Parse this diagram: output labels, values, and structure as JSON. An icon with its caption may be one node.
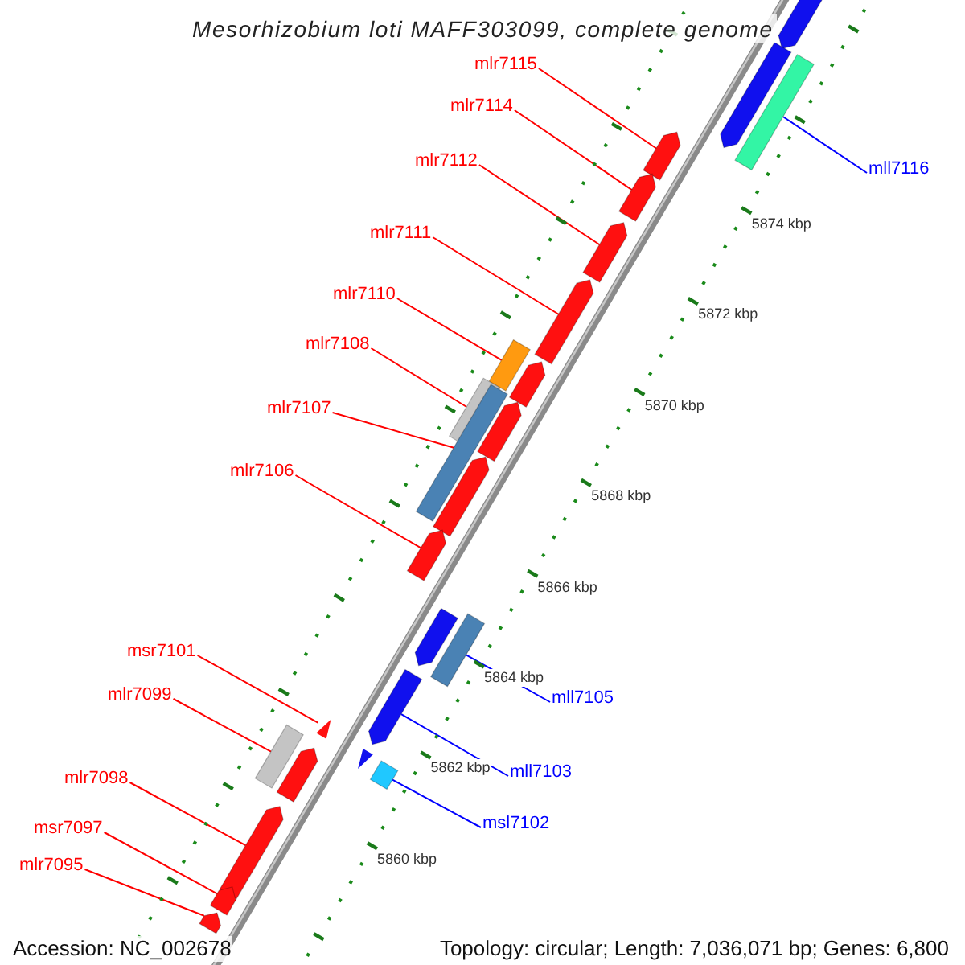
{
  "diagram": {
    "title": "Mesorhizobium loti MAFF303099, complete genome",
    "nodes": [
      {
        "text": [
          "mlr7115"
        ]
      },
      {
        "text": [
          "mlr7114"
        ]
      },
      {
        "text": [
          "mll7116"
        ]
      },
      {
        "text": [
          "mlr7112"
        ]
      },
      {
        "text": [
          "mlr7111"
        ]
      },
      {
        "text": [
          "mlr7110"
        ]
      },
      {
        "text": [
          "mlr7108"
        ]
      },
      {
        "text": [
          "mlr7107"
        ]
      },
      {
        "text": [
          "mlr7106"
        ]
      },
      {
        "text": [
          "msr7101"
        ]
      },
      {
        "text": [
          "mll7105"
        ]
      },
      {
        "text": [
          "mlr7099"
        ]
      },
      {
        "text": [
          "mll7103"
        ]
      },
      {
        "text": [
          "mlr7098"
        ]
      },
      {
        "text": [
          "msl7102"
        ]
      },
      {
        "text": [
          "msr7097"
        ]
      },
      {
        "text": [
          "mlr7095"
        ]
      },
      {
        "text": [],
        "shape": "pentagon"
      },
      {
        "text": [],
        "shape": "pentagon"
      },
      {
        "text": [],
        "shape": "box"
      },
      {
        "text": [],
        "shape": "pentagon"
      },
      {
        "text": [],
        "shape": "pentagon"
      },
      {
        "text": [],
        "shape": "pentagon"
      },
      {
        "text": [],
        "shape": "pentagon"
      },
      {
        "text": [],
        "shape": "box"
      },
      {
        "text": [],
        "shape": "pentagon"
      },
      {
        "text": [],
        "shape": "box"
      },
      {
        "text": [],
        "shape": "box"
      },
      {
        "text": [],
        "shape": "pentagon"
      },
      {
        "text": [],
        "shape": "pentagon"
      },
      {
        "text": [],
        "shape": "pentagon"
      },
      {
        "text": [],
        "shape": "pentagon"
      },
      {
        "text": [],
        "shape": "box"
      },
      {
        "text": [],
        "shape": "pentagon"
      },
      {
        "text": [],
        "shape": "triangle"
      },
      {
        "text": [],
        "shape": "triangle"
      },
      {
        "text": [],
        "shape": "box"
      },
      {
        "text": [],
        "shape": "box"
      },
      {
        "text": [],
        "shape": "pentagon"
      },
      {
        "text": [],
        "shape": "pentagon"
      },
      {
        "text": [],
        "shape": "pentagon"
      },
      {
        "text": [],
        "shape": "pentagon"
      }
    ],
    "edges": [
      {
        "from": 0,
        "to": 20,
        "arrow": "none"
      },
      {
        "from": 1,
        "to": 21,
        "arrow": "none"
      },
      {
        "from": 2,
        "to": 19,
        "arrow": "none",
        "color": "#0000ff"
      },
      {
        "from": 3,
        "to": 22,
        "arrow": "none"
      },
      {
        "from": 4,
        "to": 23,
        "arrow": "none"
      },
      {
        "from": 5,
        "to": 24,
        "arrow": "none"
      },
      {
        "from": 6,
        "to": 26,
        "arrow": "none"
      },
      {
        "from": 7,
        "to": 27,
        "arrow": "none"
      },
      {
        "from": 8,
        "to": 30,
        "arrow": "none"
      },
      {
        "from": 9,
        "to": 34,
        "arrow": "none"
      },
      {
        "from": 10,
        "to": 32,
        "arrow": "none",
        "color": "#0000ff"
      },
      {
        "from": 11,
        "to": 37,
        "arrow": "none"
      },
      {
        "from": 12,
        "to": 33,
        "arrow": "none",
        "color": "#0000ff"
      },
      {
        "from": 13,
        "to": 39,
        "arrow": "none"
      },
      {
        "from": 14,
        "to": 36,
        "arrow": "none",
        "color": "#0000ff"
      },
      {
        "from": 15,
        "to": 40,
        "arrow": "none"
      },
      {
        "from": 16,
        "to": 41,
        "arrow": "none"
      }
    ],
    "labels": [
      "5874 kbp",
      "5872 kbp",
      "5870 kbp",
      "5868 kbp",
      "5866 kbp",
      "5864 kbp",
      "5862 kbp",
      "5860 kbp",
      "Accession: NC_002678",
      "Topology: circular; Length: 7,036,071 bp; Genes: 6,800"
    ]
  }
}
